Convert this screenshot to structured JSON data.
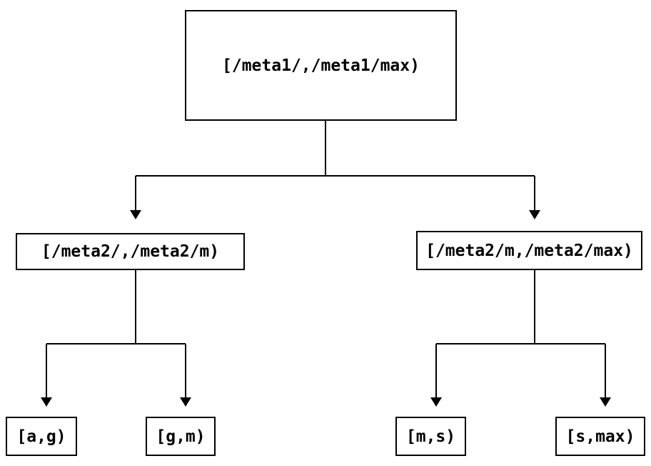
{
  "colors": {
    "background": "#ffffff",
    "node_fill": "#ffffff",
    "node_border": "#000000",
    "edge_line": "#000000",
    "text": "#000000"
  },
  "tree": {
    "root": {
      "label": "[/meta1/,/meta1/max)"
    },
    "children": [
      {
        "label": "[/meta2/,/meta2/m)",
        "children": [
          {
            "label": "[a,g)"
          },
          {
            "label": "[g,m)"
          }
        ]
      },
      {
        "label": "[/meta2/m,/meta2/max)",
        "children": [
          {
            "label": "[m,s)"
          },
          {
            "label": "[s,max)"
          }
        ]
      }
    ]
  }
}
